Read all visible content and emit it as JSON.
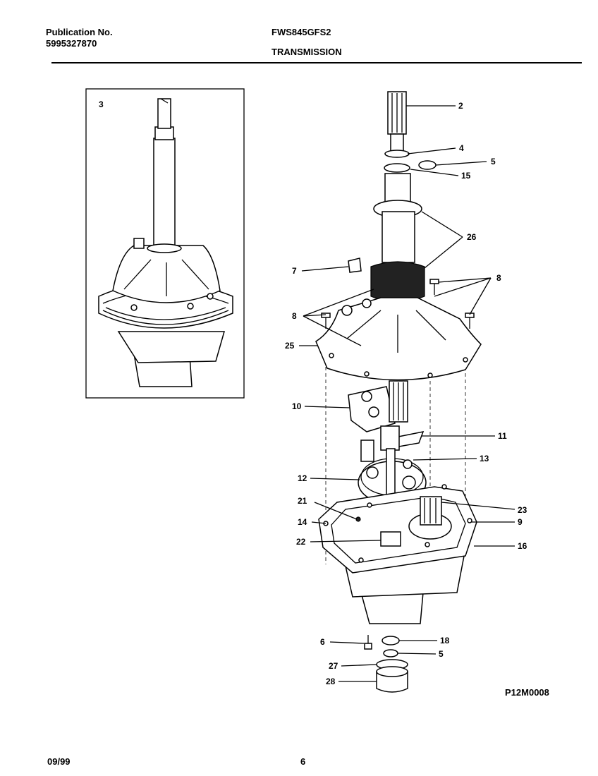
{
  "header": {
    "publication_label": "Publication No.",
    "publication_number": "5995327870",
    "model": "FWS845GFS2",
    "section_title": "TRANSMISSION"
  },
  "footer": {
    "date": "09/99",
    "page_number": "6"
  },
  "diagram": {
    "code": "P12M0008",
    "callouts": {
      "c3": "3",
      "c2": "2",
      "c4": "4",
      "c5a": "5",
      "c15": "15",
      "c26": "26",
      "c7": "7",
      "c8a": "8",
      "c8b": "8",
      "c25": "25",
      "c10": "10",
      "c11": "11",
      "c13": "13",
      "c12": "12",
      "c21": "21",
      "c23": "23",
      "c14": "14",
      "c9": "9",
      "c22": "22",
      "c16": "16",
      "c6": "6",
      "c18": "18",
      "c5b": "5",
      "c27": "27",
      "c28": "28"
    }
  }
}
